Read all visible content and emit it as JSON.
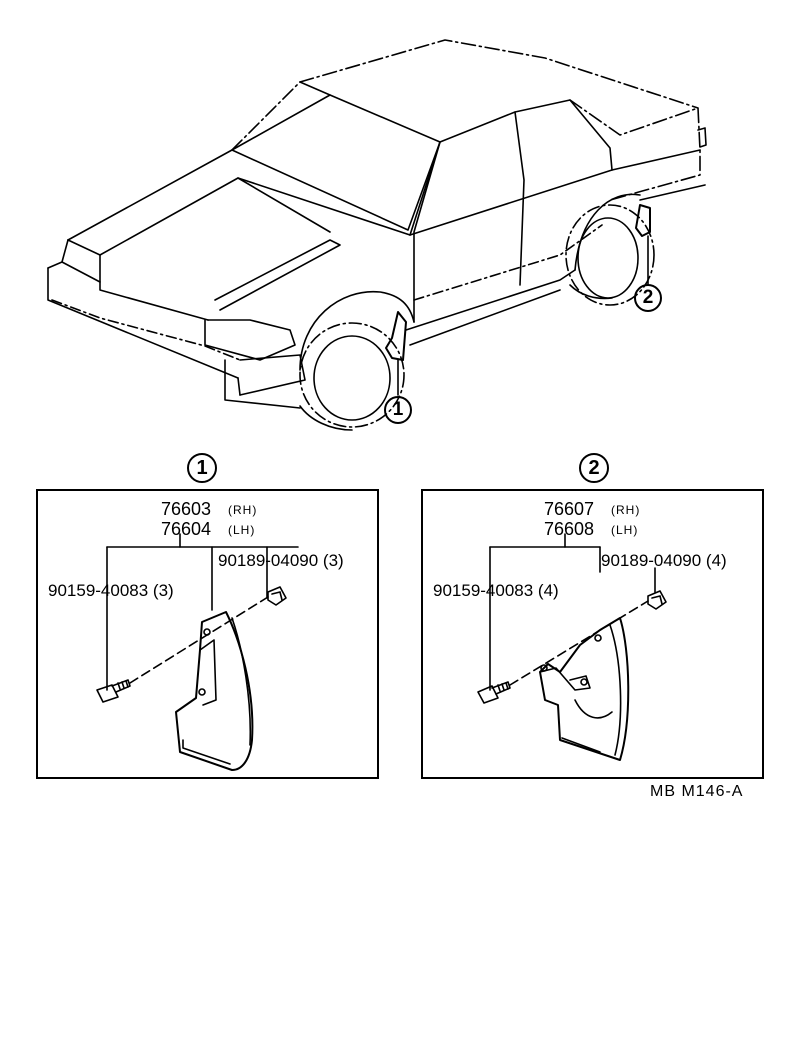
{
  "callouts": {
    "one": "1",
    "two": "2"
  },
  "panel1": {
    "part_rh": "76603",
    "side_rh": "(RH)",
    "part_lh": "76604",
    "side_lh": "(LH)",
    "screw": "90159-40083 (3)",
    "nut": "90189-04090 (3)"
  },
  "panel2": {
    "part_rh": "76607",
    "side_rh": "(RH)",
    "part_lh": "76608",
    "side_lh": "(LH)",
    "screw": "90159-40083 (4)",
    "nut": "90189-04090 (4)"
  },
  "reference": "MB  M146-A"
}
